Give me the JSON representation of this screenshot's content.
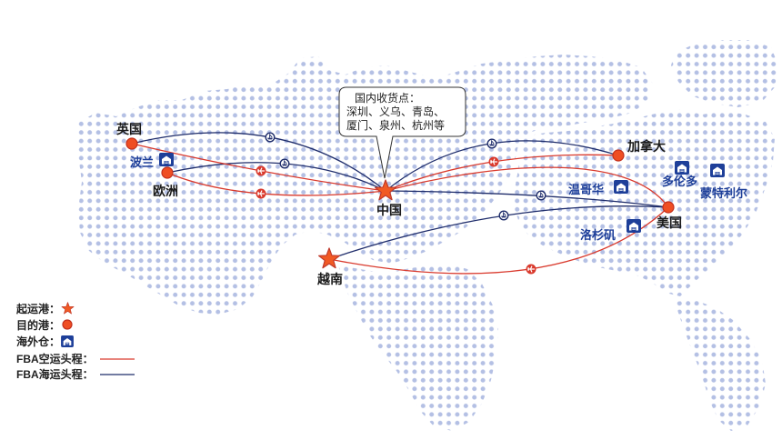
{
  "callout": {
    "title": "国内收货点：",
    "line1": "深圳、义乌、青岛、",
    "line2": "厦门、泉州、杭州等"
  },
  "origin_ports": {
    "china": "中国",
    "vietnam": "越南"
  },
  "destination_ports": {
    "uk": "英国",
    "europe": "欧洲",
    "canada": "加拿大",
    "usa": "美国"
  },
  "overseas_warehouses": {
    "poland": "波兰",
    "toronto": "多伦多",
    "montreal": "蒙特利尔",
    "vancouver": "温哥华",
    "los_angeles": "洛杉矶"
  },
  "legend": {
    "origin_port": "起运港：",
    "destination_port": "目的港：",
    "overseas_warehouse": "海外仓：",
    "fba_air": "FBA空运头程：",
    "fba_sea": "FBA海运头程："
  },
  "icons": {
    "origin_port": "star-icon",
    "destination_port": "red-dot-icon",
    "overseas_warehouse": "warehouse-icon",
    "air_route_marker": "plane-icon",
    "sea_route_marker": "ship-icon"
  },
  "colors": {
    "air_route": "#d9392c",
    "sea_route": "#1f2d6b",
    "warehouse_label": "#1e3f99",
    "map_dots": "#b4c0e4",
    "port_marker": "#ef4e23"
  }
}
